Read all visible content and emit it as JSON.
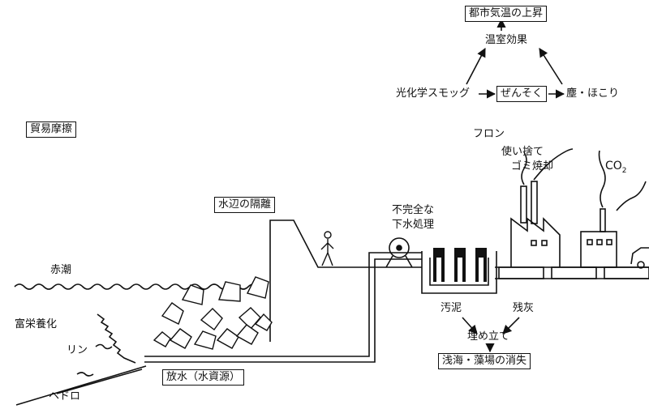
{
  "labels": {
    "urban_temp_rise": "都市気温の上昇",
    "greenhouse": "温室効果",
    "smog": "光化学スモッグ",
    "asthma": "ぜんそく",
    "dust": "塵・ほこり",
    "trade_friction": "貿易摩擦",
    "freon": "フロン",
    "garbage_1": "使い捨て",
    "garbage_2": "ゴミ焼却",
    "co2_main": "CO",
    "co2_sub": "2",
    "waterfront": "水辺の隔離",
    "sewage_1": "不完全な",
    "sewage_2": "下水処理",
    "red_tide": "赤潮",
    "eutrophication": "富栄養化",
    "phosphorus": "リン",
    "sludge": "ヘドロ",
    "discharge": "放水（水資源）",
    "sewage_sludge": "汚泥",
    "ash": "残灰",
    "landfill": "埋め立て",
    "shallow_sea_loss": "浅海・藻場の消失"
  }
}
